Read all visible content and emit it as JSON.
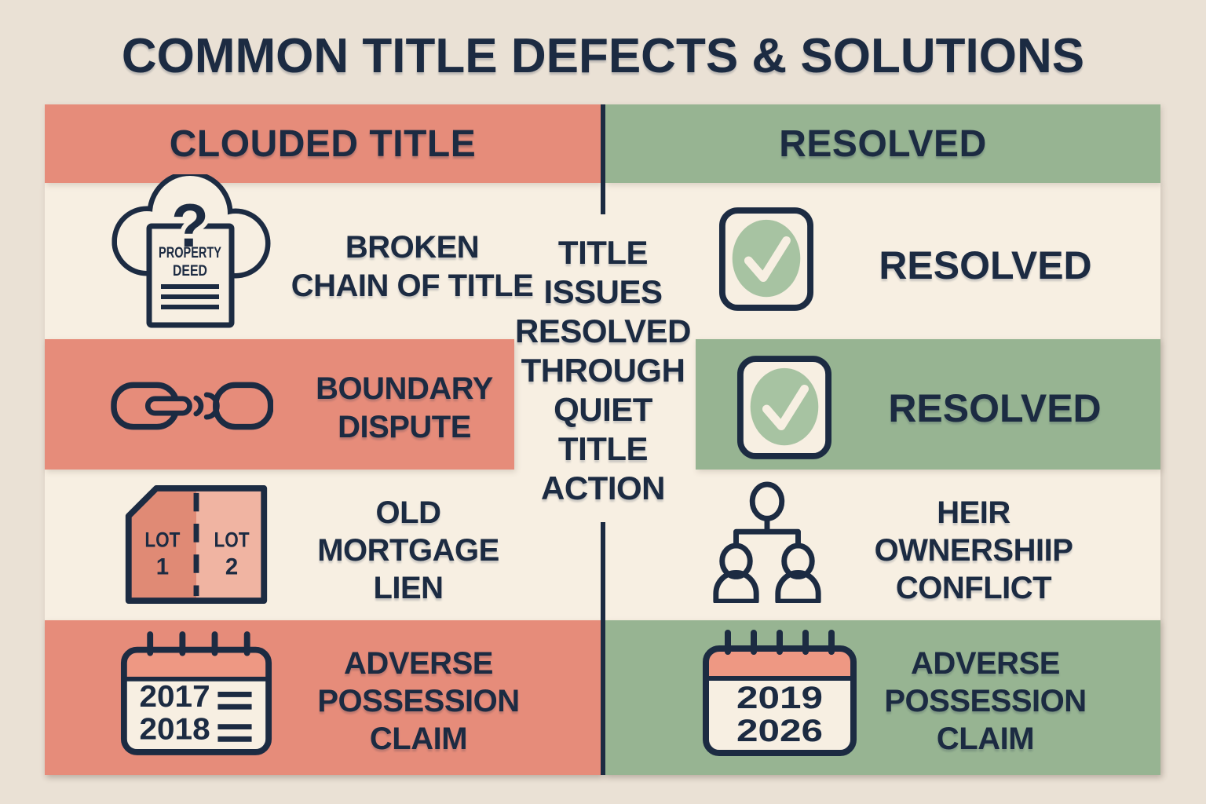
{
  "title": "COMMON TITLE DEFECTS & SOLUTIONS",
  "header": {
    "left": "CLOUDED TITLE",
    "right": "RESOLVED"
  },
  "center_note": {
    "line1": "TITLE",
    "line2": "ISSUES",
    "line3": "RESOLVED",
    "line4": "THROUGH",
    "line5": "QUIET",
    "line6": "TITLE",
    "line7": "ACTION"
  },
  "rows": {
    "row1": {
      "left": {
        "icon": "cloud-deed-icon",
        "question_mark": "?",
        "deed_line1": "PROPERTY",
        "deed_line2": "DEED",
        "label_line1": "BROKEN",
        "label_line2": "CHAIN OF TITLE"
      },
      "right": {
        "icon": "checkmark-box-icon",
        "label": "RESOLVED"
      }
    },
    "row2": {
      "left": {
        "icon": "broken-chain-icon",
        "label_line1": "BOUNDARY",
        "label_line2": "DISPUTE"
      },
      "right": {
        "icon": "checkmark-box-icon",
        "label": "RESOLVED"
      }
    },
    "row3": {
      "left": {
        "icon": "lot-parcel-icon",
        "lot1_name": "LOT",
        "lot1_number": "1",
        "lot2_name": "LOT",
        "lot2_number": "2",
        "label_line1": "OLD",
        "label_line2": "MORTGAGE",
        "label_line3": "LIEN"
      },
      "right": {
        "icon": "family-tree-icon",
        "label_line1": "HEIR",
        "label_line2": "OWNERSHIIP",
        "label_line3": "CONFLICT"
      }
    },
    "row4": {
      "left": {
        "icon": "calendar-icon",
        "year1": "2017",
        "year2": "2018",
        "label_line1": "ADVERSE",
        "label_line2": "POSSESSION",
        "label_line3": "CLAIM"
      },
      "right": {
        "icon": "calendar-icon",
        "year1": "2019",
        "year2": "2026",
        "label_line1": "ADVERSE",
        "label_line2": "POSSESSION",
        "label_line3": "CLAIM"
      }
    }
  },
  "colors": {
    "background": "#eae1d5",
    "row_cream": "#f7efe2",
    "salmon": "#e68c7a",
    "green": "#97b492",
    "navy": "#1c2b42",
    "check_circle_green": "#a7c3a2",
    "lot1_fill": "#e08a75",
    "lot2_fill": "#f0b4a2",
    "calendar_header_salmon": "#ee9883"
  }
}
